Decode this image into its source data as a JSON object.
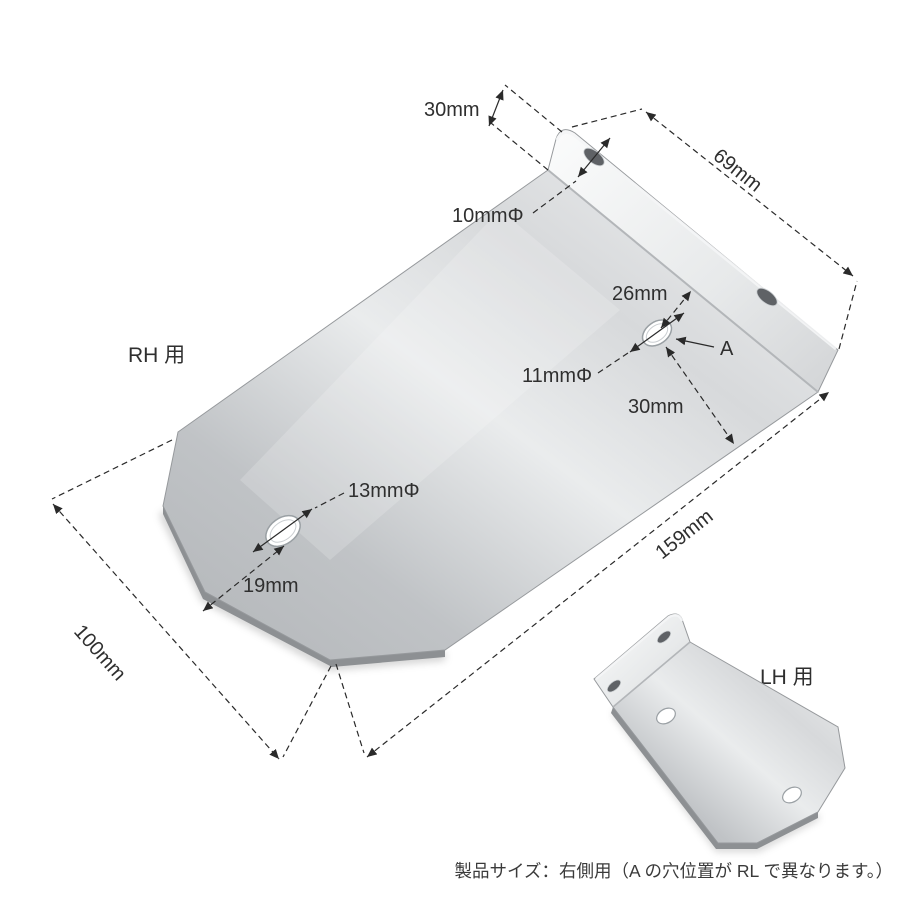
{
  "image": {
    "caption": "製品サイズ：右側用（A の穴位置が RL で異なります。）",
    "variant_labels": {
      "rh": "RH 用",
      "lh": "LH 用"
    },
    "hole_a_label": "A",
    "dimensions": {
      "flange_height": "30mm",
      "flange_length": "69mm",
      "flange_hole_diameter": "10mmΦ",
      "hole_a_offset_from_bend": "26mm",
      "hole_a_diameter": "11mmΦ",
      "hole_a_offset_from_edge": "30mm",
      "plate_hole_diameter": "13mmΦ",
      "plate_hole_edge_offset": "19mm",
      "plate_length": "159mm",
      "plate_width": "100mm"
    },
    "colors": {
      "background": "#ffffff",
      "metal_light": "#f1f2f3",
      "metal_dark": "#b2b5b8",
      "line": "#2a2a2a",
      "text": "#2f2f2f"
    }
  }
}
